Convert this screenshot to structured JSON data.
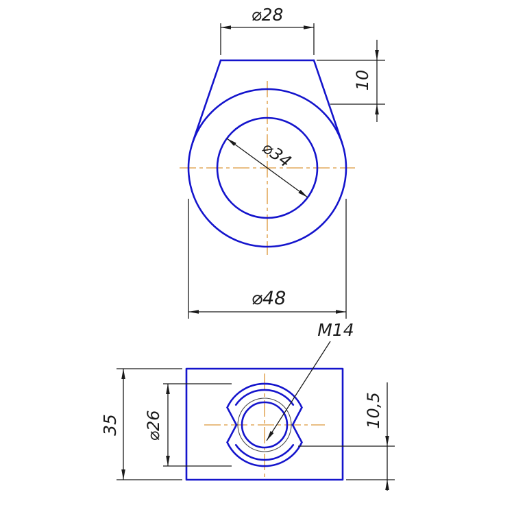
{
  "drawing": {
    "colors": {
      "geometry": "#1414cc",
      "centerline": "#e2a85c",
      "dimension": "#1a1a1a"
    },
    "front_view": {
      "dim_top_width": "⌀28",
      "dim_boss_height": "10",
      "dim_inner_diameter": "⌀34",
      "dim_outer_diameter": "⌀48"
    },
    "bottom_view": {
      "thread_callout": "M14",
      "dim_height": "35",
      "dim_boss_diameter": "⌀26",
      "dim_depth": "10,5"
    }
  }
}
